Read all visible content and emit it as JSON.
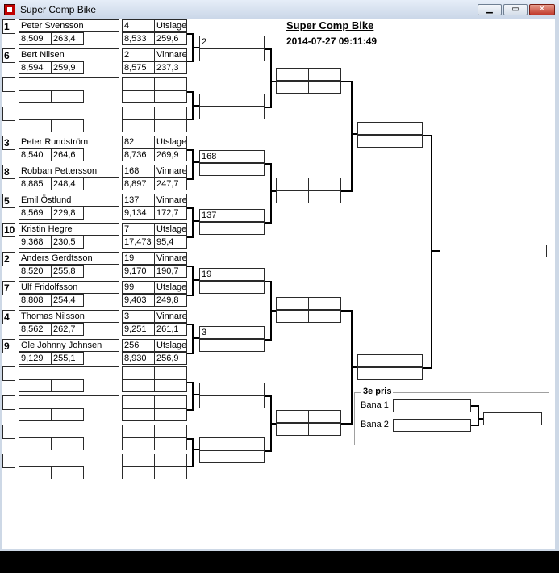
{
  "window": {
    "title": "Super Comp Bike",
    "minimize": "▁",
    "maximize": "▭",
    "close": "✕"
  },
  "header": {
    "title": "Super Comp Bike",
    "datetime": "2014-07-27 09:11:49"
  },
  "riders": [
    {
      "seed": "1",
      "name": "Peter Svensson",
      "time": "8,509",
      "speed": "263,4",
      "num": "4",
      "result": "Utslagen",
      "rtime": "8,533",
      "rspeed": "259,6"
    },
    {
      "seed": "6",
      "name": "Bert Nilsen",
      "time": "8,594",
      "speed": "259,9",
      "num": "2",
      "result": "Vinnare",
      "rtime": "8,575",
      "rspeed": "237,3"
    },
    {
      "seed": "",
      "name": "",
      "time": "",
      "speed": "",
      "num": "",
      "result": "",
      "rtime": "",
      "rspeed": ""
    },
    {
      "seed": "",
      "name": "",
      "time": "",
      "speed": "",
      "num": "",
      "result": "",
      "rtime": "",
      "rspeed": ""
    },
    {
      "seed": "3",
      "name": "Peter Rundström",
      "time": "8,540",
      "speed": "264,6",
      "num": "82",
      "result": "Utslagen",
      "rtime": "8,736",
      "rspeed": "269,9"
    },
    {
      "seed": "8",
      "name": "Robban Pettersson",
      "time": "8,885",
      "speed": "248,4",
      "num": "168",
      "result": "Vinnare",
      "rtime": "8,897",
      "rspeed": "247,7"
    },
    {
      "seed": "5",
      "name": "Emil Östlund",
      "time": "8,569",
      "speed": "229,8",
      "num": "137",
      "result": "Vinnare",
      "rtime": "9,134",
      "rspeed": "172,7"
    },
    {
      "seed": "10",
      "name": "Kristin Hegre",
      "time": "9,368",
      "speed": "230,5",
      "num": "7",
      "result": "Utslagen",
      "rtime": "17,473",
      "rspeed": "95,4"
    },
    {
      "seed": "2",
      "name": "Anders Gerdtsson",
      "time": "8,520",
      "speed": "255,8",
      "num": "19",
      "result": "Vinnare",
      "rtime": "9,170",
      "rspeed": "190,7"
    },
    {
      "seed": "7",
      "name": "Ulf Fridolfsson",
      "time": "8,808",
      "speed": "254,4",
      "num": "99",
      "result": "Utslagen",
      "rtime": "9,403",
      "rspeed": "249,8"
    },
    {
      "seed": "4",
      "name": "Thomas Nilsson",
      "time": "8,562",
      "speed": "262,7",
      "num": "3",
      "result": "Vinnare",
      "rtime": "9,251",
      "rspeed": "261,1"
    },
    {
      "seed": "9",
      "name": "Ole Johnny Johnsen",
      "time": "9,129",
      "speed": "255,1",
      "num": "256",
      "result": "Utslagen",
      "rtime": "8,930",
      "rspeed": "256,9"
    },
    {
      "seed": "",
      "name": "",
      "time": "",
      "speed": "",
      "num": "",
      "result": "",
      "rtime": "",
      "rspeed": ""
    },
    {
      "seed": "",
      "name": "",
      "time": "",
      "speed": "",
      "num": "",
      "result": "",
      "rtime": "",
      "rspeed": ""
    },
    {
      "seed": "",
      "name": "",
      "time": "",
      "speed": "",
      "num": "",
      "result": "",
      "rtime": "",
      "rspeed": ""
    },
    {
      "seed": "",
      "name": "",
      "time": "",
      "speed": "",
      "num": "",
      "result": "",
      "rtime": "",
      "rspeed": ""
    }
  ],
  "round2": [
    "2",
    "",
    "168",
    "137",
    "19",
    "3",
    "",
    ""
  ],
  "bronze": {
    "title": "3e pris",
    "lane1": "Bana 1",
    "lane2": "Bana 2"
  }
}
